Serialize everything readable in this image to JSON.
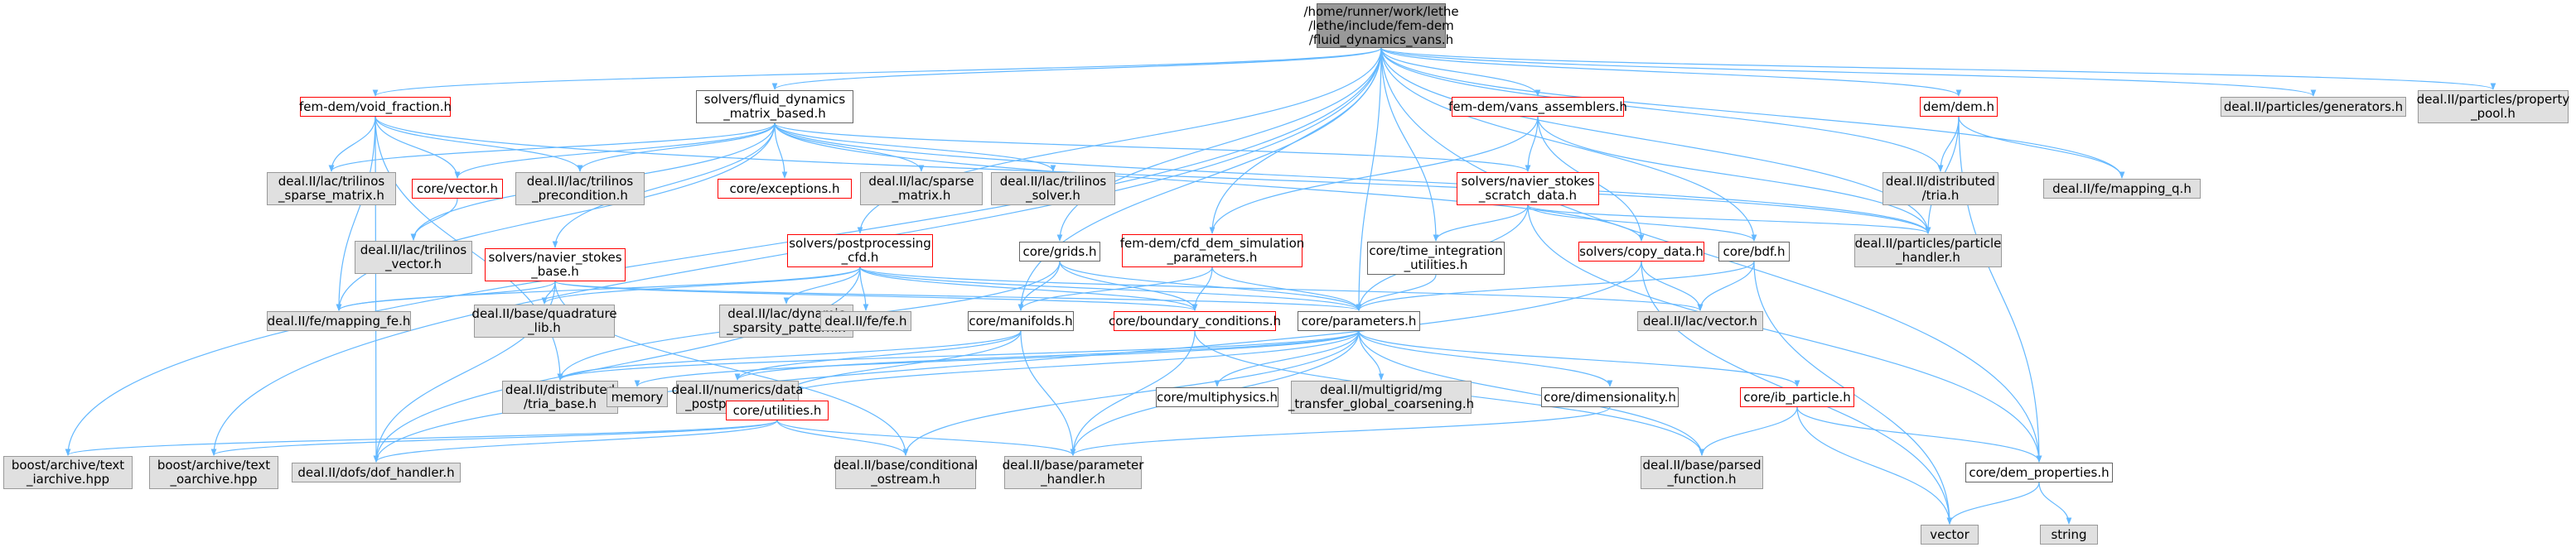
{
  "graph": {
    "root": "/home/runner/work/lethe\n/lethe/include/fem-dem\n/fluid_dynamics_vans.h",
    "nodes": {
      "root": "/home/runner/work/lethe\n/lethe/include/fem-dem\n/fluid_dynamics_vans.h",
      "void_fraction": "fem-dem/void_fraction.h",
      "fluid_matrix": "solvers/fluid_dynamics\n_matrix_based.h",
      "vans_assemblers": "fem-dem/vans_assemblers.h",
      "dem": "dem/dem.h",
      "particles_generators": "deal.II/particles/generators.h",
      "particles_property_pool": "deal.II/particles/property\n_pool.h",
      "trilinos_sparse": "deal.II/lac/trilinos\n_sparse_matrix.h",
      "core_vector": "core/vector.h",
      "trilinos_precondition": "deal.II/lac/trilinos\n_precondition.h",
      "exceptions": "core/exceptions.h",
      "lac_sparse": "deal.II/lac/sparse\n_matrix.h",
      "trilinos_solver": "deal.II/lac/trilinos\n_solver.h",
      "ns_scratch": "solvers/navier_stokes\n_scratch_data.h",
      "distributed_tria": "deal.II/distributed\n/tria.h",
      "fe_mapping_q": "deal.II/fe/mapping_q.h",
      "trilinos_vector": "deal.II/lac/trilinos\n_vector.h",
      "ns_base": "solvers/navier_stokes\n_base.h",
      "postprocessing": "solvers/postprocessing\n_cfd.h",
      "grids": "core/grids.h",
      "cfd_dem_sim": "fem-dem/cfd_dem_simulation\n_parameters.h",
      "time_integration": "core/time_integration\n_utilities.h",
      "copy_data": "solvers/copy_data.h",
      "bdf": "core/bdf.h",
      "particle_handler": "deal.II/particles/particle\n_handler.h",
      "fe_mapping_fe": "deal.II/fe/mapping_fe.h",
      "quadrature_lib": "deal.II/base/quadrature\n_lib.h",
      "dynamic_sparsity": "deal.II/lac/dynamic\n_sparsity_pattern.h",
      "fe_fe": "deal.II/fe/fe.h",
      "manifolds": "core/manifolds.h",
      "boundary_conditions": "core/boundary_conditions.h",
      "parameters": "core/parameters.h",
      "lac_vector": "deal.II/lac/vector.h",
      "tria_base": "deal.II/distributed\n/tria_base.h",
      "memory": "memory",
      "numerics_data": "deal.II/numerics/data\n_postprocessor.h",
      "multiphysics": "core/multiphysics.h",
      "mg_transfer": "deal.II/multigrid/mg\n_transfer_global_coarsening.h",
      "dimensionality": "core/dimensionality.h",
      "ib_particle": "core/ib_particle.h",
      "utilities": "core/utilities.h",
      "text_iarchive": "boost/archive/text\n_iarchive.hpp",
      "text_oarchive": "boost/archive/text\n_oarchive.hpp",
      "dof_handler": "deal.II/dofs/dof_handler.h",
      "conditional_ostream": "deal.II/base/conditional\n_ostream.h",
      "parameter_handler": "deal.II/base/parameter\n_handler.h",
      "parsed_function": "deal.II/base/parsed\n_function.h",
      "dem_properties": "core/dem_properties.h",
      "vector": "vector",
      "string": "string"
    },
    "styles": {
      "root_fill": "#999999",
      "red_border": "#ff0000",
      "gray_fill": "#e0e0e0",
      "edge_color": "#63b8ff"
    }
  }
}
